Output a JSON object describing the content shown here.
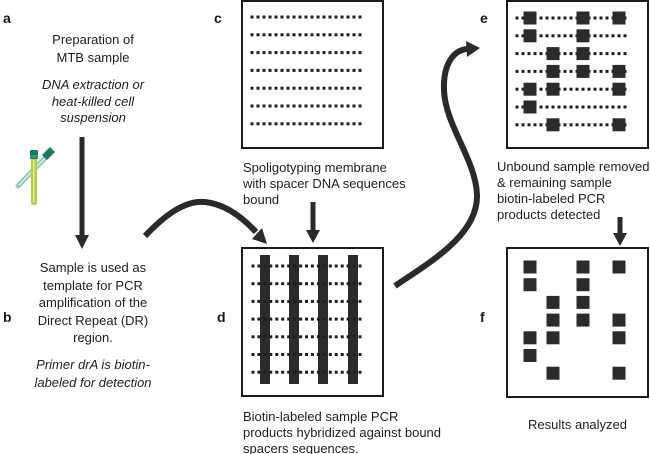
{
  "figure": {
    "panels": {
      "a": {
        "label": "a",
        "title_lines": [
          "Preparation of",
          "MTB sample"
        ],
        "note_lines": [
          "DNA extraction or",
          "heat-killed cell",
          "suspension"
        ],
        "icon": "sample-tubes-icon"
      },
      "b": {
        "label": "b",
        "text_lines": [
          "Sample is used as",
          "template for PCR",
          "amplification of the",
          "Direct Repeat (DR)",
          "region."
        ],
        "note_lines": [
          "Primer drA is biotin-",
          "labeled for detection"
        ]
      },
      "c": {
        "label": "c",
        "caption_lines": [
          "Spoligotyping membrane",
          "with spacer DNA sequences",
          "bound"
        ]
      },
      "d": {
        "label": "d",
        "caption_lines": [
          "Biotin-labeled sample PCR",
          "products hybridized against bound",
          "spacers sequences."
        ]
      },
      "e": {
        "label": "e",
        "caption_lines": [
          "Unbound sample removed",
          "& remaining sample",
          "biotin-labeled PCR",
          "products detected"
        ]
      },
      "f": {
        "label": "f",
        "caption_lines": [
          "Results analyzed"
        ]
      }
    },
    "flow": [
      {
        "from": "a",
        "to": "b",
        "shape": "straight-down-arrow"
      },
      {
        "from": "b",
        "to": "d",
        "shape": "curved-arrow"
      },
      {
        "from": "c",
        "to": "d",
        "shape": "straight-down-arrow"
      },
      {
        "from": "d",
        "to": "e",
        "shape": "s-curved-arrow"
      },
      {
        "from": "e",
        "to": "f",
        "shape": "straight-down-arrow"
      }
    ]
  },
  "membrane": {
    "spacer_rows": 7,
    "dots_per_row": 19,
    "sample_lanes": 4,
    "hybridization_pattern": [
      [
        1,
        0,
        1,
        1
      ],
      [
        1,
        0,
        1,
        0
      ],
      [
        0,
        1,
        1,
        0
      ],
      [
        0,
        1,
        1,
        1
      ],
      [
        1,
        1,
        0,
        1
      ],
      [
        1,
        0,
        0,
        0
      ],
      [
        0,
        1,
        0,
        1
      ]
    ]
  },
  "colors": {
    "ink": "#1e1e1e",
    "signal": "#2b2b2b",
    "tube_cap": "#1f7a62",
    "tube_body": "#b5cf3c",
    "tube_glass": "#8fc9c4"
  }
}
